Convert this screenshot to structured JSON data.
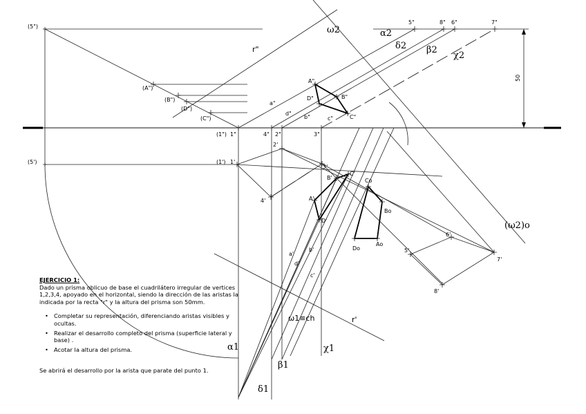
{
  "labels": {
    "p5pp": "(5\")",
    "ppr": "r\"",
    "w2": "ω2",
    "a2": "α2",
    "d2": "δ2",
    "b2": "β2",
    "x2": "χ2",
    "t5": "5\"",
    "t8": "8\"",
    "t6": "6\"",
    "t7": "7\"",
    "dim50": "50",
    "Ap": "(A\")",
    "Bp": "(B\")",
    "Dp": "(D\")",
    "Cp": "(C\")",
    "A2": "A\"",
    "B2": "B\"",
    "D2": "D\"",
    "C2": "C\"",
    "a_dd": "a\"",
    "d_dd": "d\"",
    "b_dd": "b\"",
    "c_dd": "c\"",
    "p1pp": "(1\")",
    "n1pp": "1\"",
    "n4pp": "4\"",
    "n2pp": "2\"",
    "n3pp": "3\"",
    "n2p": "2'",
    "p5p": "(5')",
    "p1p": "(1')",
    "n1p": "1'",
    "n3p": "3'",
    "Bh": "B'",
    "Ch": "C'",
    "Ah": "A'",
    "Dh": "D'",
    "n4p": "4'",
    "Co": "Co",
    "Bo": "Bo",
    "Do": "Do",
    "Ao": "Ao",
    "w2o": "(ω2)o",
    "n6p": "6'",
    "n5p": "5'",
    "n7p": "7'",
    "n8p": "8'",
    "a1p": "a'",
    "b1p": "b'",
    "d1p": "d'",
    "c1p": "c'",
    "w1": "ω1≡ch",
    "rp": "r'",
    "a1": "α1",
    "b1": "β1",
    "x1": "χ1",
    "d1": "δ1"
  },
  "exercise": {
    "title": "EJERCICIO 1:",
    "intro": "Dado un prisma oblicuo de base el cuadrilátero irregular de vertices 1,2,3,4, apoyado en el horizontal, siendo la  dirección de las aristas la indicada por la recta \"r\" y la altura del prisma son 50mm.",
    "items": [
      "Completar su representación, diferenciando aristas visibles y ocultas.",
      "Realizar el desarrollo completo del prisma (superficie lateral y base) .",
      "Acotar la altura del prisma."
    ],
    "footer": "Se abrirá el desarrollo por la arista  que parate del punto 1."
  }
}
